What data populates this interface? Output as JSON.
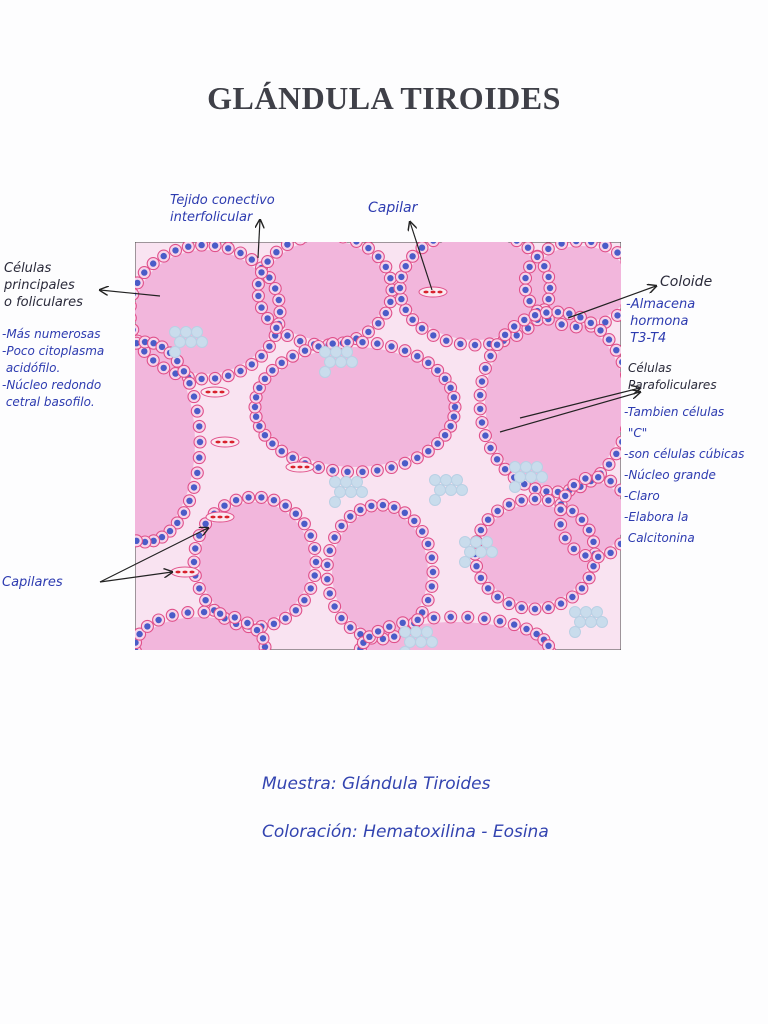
{
  "title": "GLÁNDULA TIROIDES",
  "labels": {
    "tejido": "Tejido conectivo\ninterfolicular",
    "capilar": "Capilar",
    "celulas_principales": "Células\nprincipales\no foliculares",
    "principales_notes": "-Más numerosas\n-Poco citoplasma\n acidófilo.\n-Núcleo redondo\n cetral basofilo.",
    "coloide": "Coloide",
    "coloide_notes": "-Almacena\n hormona\n T3-T4",
    "parafoliculares": "Células\nParafoliculares",
    "parafoliculares_notes": "-Tambien células\n \"C\"\n-son células cúbicas\n-Núcleo grande\n-Claro\n-Elabora la\n Calcitonina",
    "capilares": "Capilares"
  },
  "footer": {
    "muestra": "Muestra: Glándula Tiroides",
    "coloracion": "Coloración: Hematoxilina - Eosina"
  },
  "colors": {
    "background": "#f7ddef",
    "colloid": "#f2b6dc",
    "cell_border": "#e0508a",
    "nucleus": "#4a5cc8",
    "clear_cell": "#c9dcec",
    "erythrocyte": "#d8222c",
    "annotation_blue": "#2d3bb0"
  }
}
